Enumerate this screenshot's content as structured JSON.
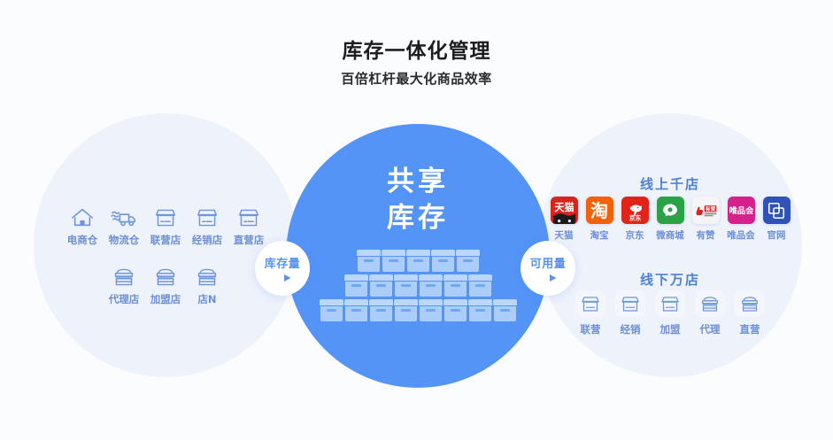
{
  "header": {
    "title": "库存一体化管理",
    "subtitle": "百倍杠杆最大化商品效率"
  },
  "center": {
    "line1": "共享",
    "line2": "库存",
    "circle_color": "#5494f7",
    "box_rows": [
      5,
      6,
      8
    ]
  },
  "badges": {
    "left": {
      "label": "库存量",
      "icon": "arrow-right-icon"
    },
    "right": {
      "label": "可用量",
      "icon": "arrow-right-icon"
    }
  },
  "left_panel": {
    "row1": [
      {
        "label": "电商仓",
        "icon": "warehouse-house-icon"
      },
      {
        "label": "物流仓",
        "icon": "delivery-truck-icon"
      },
      {
        "label": "联营店",
        "icon": "storefront-icon"
      },
      {
        "label": "经销店",
        "icon": "storefront-icon"
      },
      {
        "label": "直营店",
        "icon": "storefront-icon"
      }
    ],
    "row2": [
      {
        "label": "代理店",
        "icon": "stacked-store-icon"
      },
      {
        "label": "加盟店",
        "icon": "stacked-store-icon"
      },
      {
        "label": "店N",
        "icon": "stacked-store-icon"
      }
    ]
  },
  "right_panel": {
    "online_heading": "线上千店",
    "platforms": [
      {
        "label": "天猫",
        "mark": "天猫",
        "bg": "#d7251d",
        "fg": "#ffffff",
        "icon": "tmall-logo-icon"
      },
      {
        "label": "淘宝",
        "mark": "淘",
        "bg": "#f4610b",
        "fg": "#ffffff",
        "icon": "taobao-logo-icon"
      },
      {
        "label": "京东",
        "mark": "京东",
        "bg": "#e2231a",
        "fg": "#ffffff",
        "icon": "jd-logo-icon"
      },
      {
        "label": "微商城",
        "mark": "",
        "bg": "#2ba245",
        "fg": "#ffffff",
        "icon": "wechat-store-logo-icon"
      },
      {
        "label": "有赞",
        "mark": "有赞",
        "bg": "#f5f5f5",
        "fg": "#e02020",
        "icon": "youzan-logo-icon"
      },
      {
        "label": "唯品会",
        "mark": "唯品会",
        "bg": "#d6218c",
        "fg": "#ffffff",
        "icon": "vip-logo-icon"
      },
      {
        "label": "官网",
        "mark": "",
        "bg": "#2e52b5",
        "fg": "#ffffff",
        "icon": "official-site-logo-icon"
      }
    ],
    "offline_heading": "线下万店",
    "stores": [
      {
        "label": "联营",
        "icon": "storefront-icon"
      },
      {
        "label": "经销",
        "icon": "storefront-icon"
      },
      {
        "label": "加盟",
        "icon": "storefront-icon"
      },
      {
        "label": "代理",
        "icon": "stacked-store-icon"
      },
      {
        "label": "直营",
        "icon": "stacked-store-icon"
      }
    ]
  },
  "theme": {
    "page_bg": "#fbfcfe",
    "side_circle": "#eef2fb",
    "accent_blue": "#5494f7",
    "label_blue": "#6c8fd6",
    "heading_blue": "#4f80d8"
  }
}
